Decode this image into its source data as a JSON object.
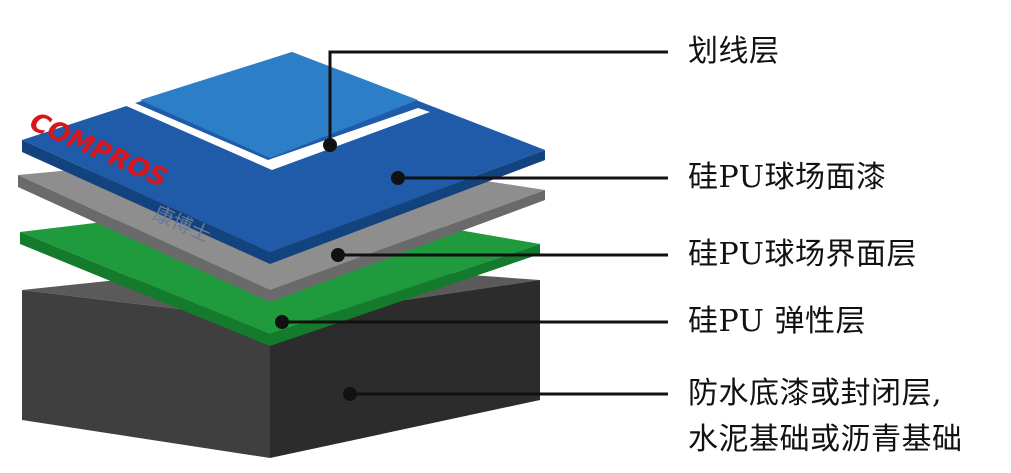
{
  "brand": {
    "logo_text": "COMPROS",
    "logo_cn": "康博士",
    "logo_color": "#d9141c"
  },
  "colors": {
    "blue_top": "#1f5ba8",
    "blue_front": "#12437f",
    "court_inner": "#2c7fc6",
    "court_line": "#ffffff",
    "gray_top": "#8e8e8e",
    "gray_front": "#6a6a6a",
    "green_top": "#1f9a3d",
    "green_front": "#147a2c",
    "base_top": "#5a5a5a",
    "base_left": "#3f3f3f",
    "base_right": "#2c2c2c",
    "leader": "#111111"
  },
  "layers": [
    {
      "id": "line",
      "label": "划线层"
    },
    {
      "id": "top",
      "label": "硅PU球场面漆"
    },
    {
      "id": "interface",
      "label": "硅PU球场界面层"
    },
    {
      "id": "elastic",
      "label": "硅PU 弹性层"
    },
    {
      "id": "base",
      "label": "防水底漆或封闭层,",
      "label2": "水泥基础或沥青基础"
    }
  ]
}
